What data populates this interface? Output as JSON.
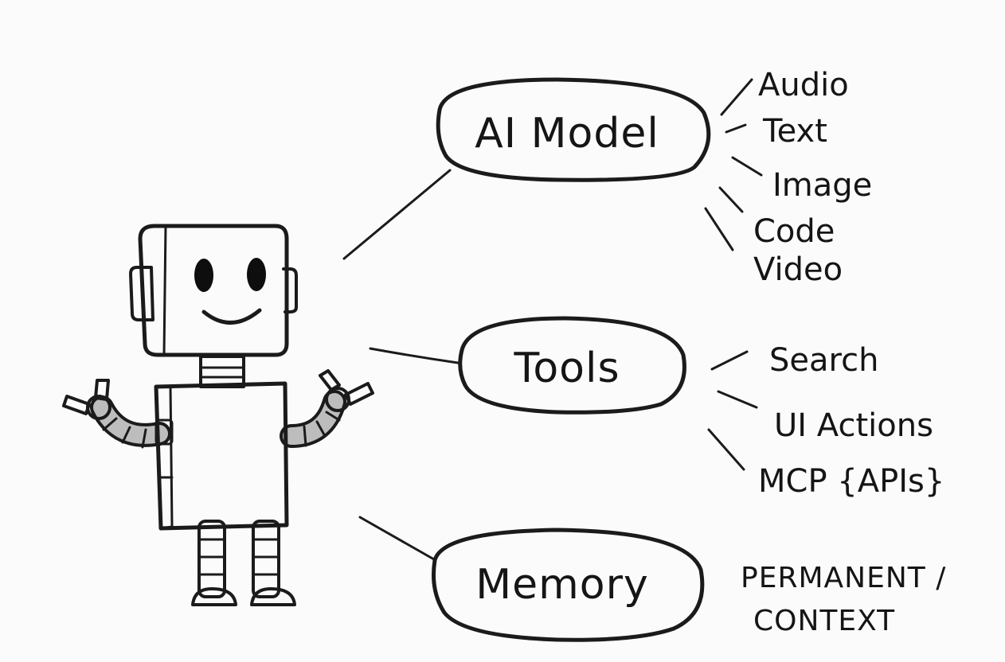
{
  "nodes": {
    "ai_model": {
      "label": "AI Model",
      "items": [
        "Audio",
        "Text",
        "Image",
        "Code",
        "Video"
      ]
    },
    "tools": {
      "label": "Tools",
      "items": [
        "Search",
        "UI Actions",
        "MCP {APIs}"
      ]
    },
    "memory": {
      "label": "Memory",
      "items": [
        "PERMANENT /",
        "CONTEXT"
      ]
    }
  },
  "colors": {
    "node_fill": "#6aafd4",
    "robot_head": "#9b9b9b",
    "robot_body": "#a5a5a5",
    "robot_dark": "#6f6f6f",
    "robot_limb": "#bdbdbd",
    "ink": "#1b1b1b"
  }
}
